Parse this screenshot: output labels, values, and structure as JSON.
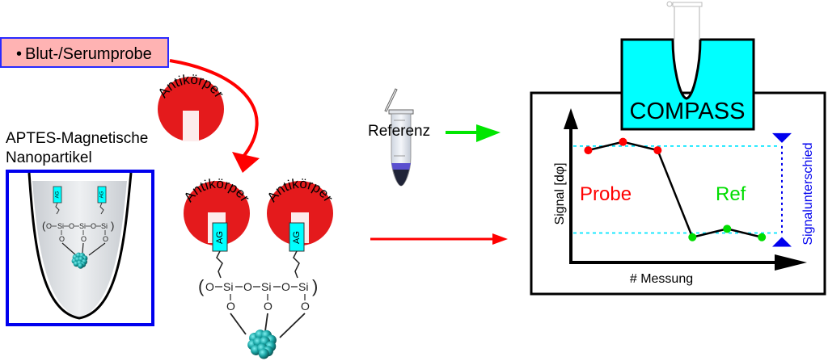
{
  "sample_box": {
    "bullet": "•",
    "label": "Blut-/Serumprobe",
    "fill": "#ffb3b3",
    "border": "#2a2aff"
  },
  "antibody": {
    "label": "Antikörper",
    "color": "#e41a1c"
  },
  "nanoparticle": {
    "title_line1": "APTES-Magnetische",
    "title_line2": "Nanopartikel",
    "border": "#0000ee",
    "antigen_label": "AG",
    "antigen_color": "#00ffff",
    "chem": {
      "bracket_left": "(",
      "bracket_right": ")",
      "O": "O",
      "Si": "Si",
      "dash": "–"
    },
    "cluster_color": "#1aa6a6"
  },
  "reference": {
    "label": "Referenz",
    "arrow_color": "#00e600",
    "liquid_color": "#5a4fcf"
  },
  "flow_arrow_color": "#ff0000",
  "device": {
    "label": "COMPASS",
    "color": "#00ffff"
  },
  "plot": {
    "y_axis_label": "Signal [dφ]",
    "x_axis_label": "# Messung",
    "probe_label": "Probe",
    "ref_label": "Ref",
    "difference_label": "Signalunterschied",
    "probe_color": "#ff0000",
    "ref_color": "#00dd00",
    "guide_color": "#00e5ff",
    "difference_color": "#0000ee"
  },
  "chart_data": {
    "type": "line",
    "title": "",
    "xlabel": "# Messung",
    "ylabel": "Signal [dφ]",
    "x": [
      1,
      2,
      3,
      4,
      5,
      6
    ],
    "series": [
      {
        "name": "Probe",
        "x": [
          1,
          2,
          3
        ],
        "values": [
          0.8,
          0.86,
          0.8
        ]
      },
      {
        "name": "Ref",
        "x": [
          4,
          5,
          6
        ],
        "values": [
          0.18,
          0.24,
          0.18
        ]
      }
    ],
    "connected": true,
    "reference_lines": [
      0.83,
      0.21
    ],
    "annotation": "Signalunterschied",
    "xlim": [
      0.5,
      7.3
    ],
    "ylim": [
      0,
      1.1
    ],
    "grid": false
  }
}
